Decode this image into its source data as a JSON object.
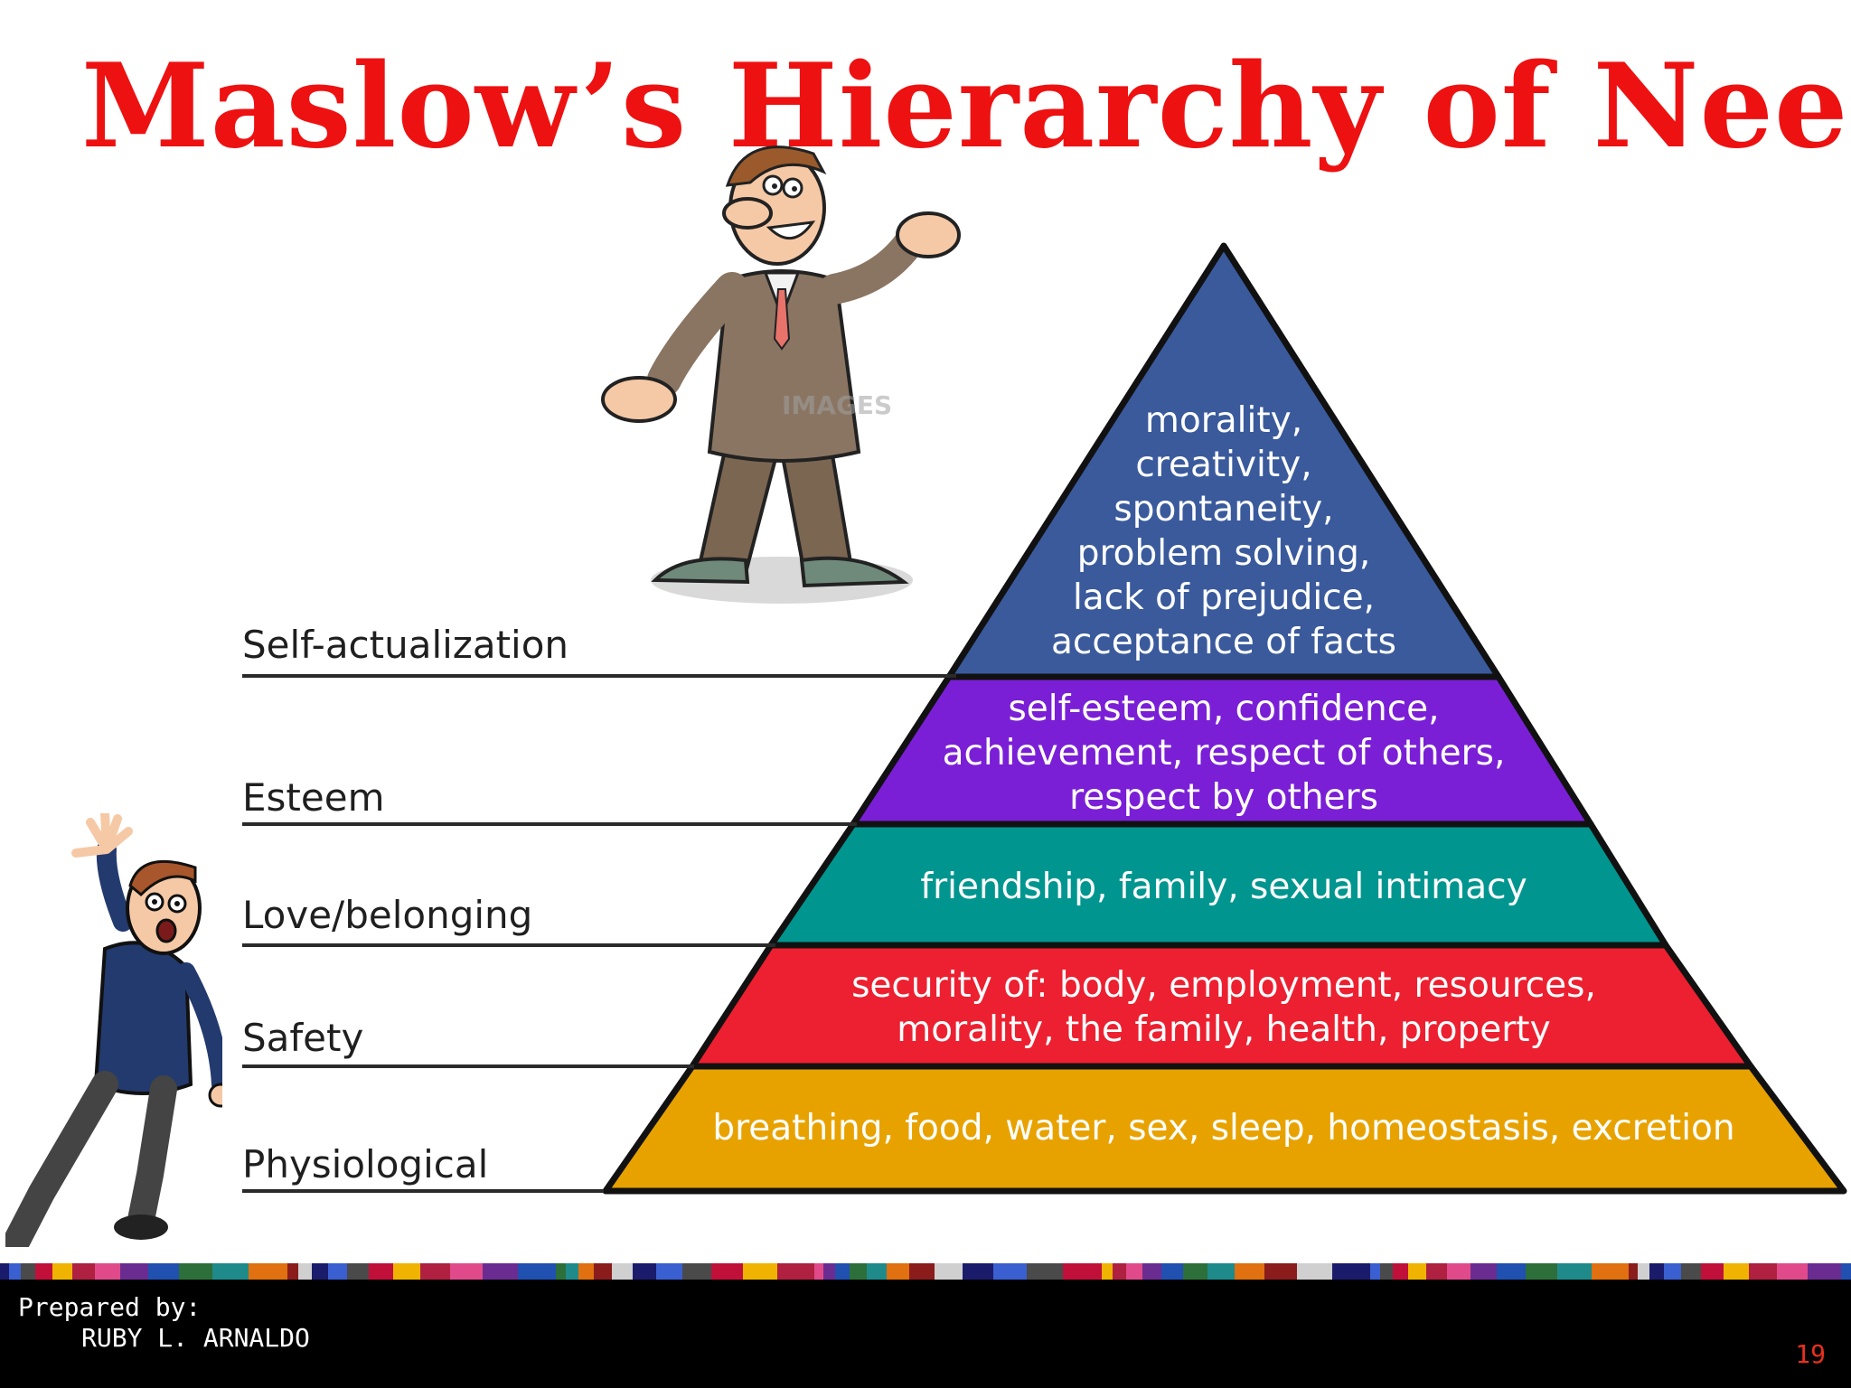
{
  "title": "Maslow’s Hierarchy of Needs",
  "colors": {
    "title": "#ee1111",
    "self_actualization": "#3a5a9c",
    "esteem": "#7a1fd6",
    "love_belonging": "#00968f",
    "safety": "#ec2030",
    "physiological": "#e8a200",
    "page_number": "#e8301c"
  },
  "levels": [
    {
      "label": "Self-actualization",
      "text_lines": [
        "morality,",
        "creativity,",
        "spontaneity,",
        "problem solving,",
        "lack of prejudice,",
        "acceptance of facts"
      ]
    },
    {
      "label": "Esteem",
      "text_lines": [
        "self-esteem, confidence,",
        "achievement, respect of others,",
        "respect by others"
      ]
    },
    {
      "label": "Love/belonging",
      "text_lines": [
        "friendship, family, sexual intimacy"
      ]
    },
    {
      "label": "Safety",
      "text_lines": [
        "security of: body, employment, resources,",
        "morality, the family, health, property"
      ]
    },
    {
      "label": "Physiological",
      "text_lines": [
        "breathing, food, water, sex, sleep, homeostasis, excretion"
      ]
    }
  ],
  "illustrations": [
    "cheerful-businessman",
    "frightened-man-falling"
  ],
  "watermark": "IMAGES",
  "footer": {
    "prepared_label": "Prepared by:",
    "author": "RUBY L. ARNALDO",
    "page_number": "19"
  }
}
